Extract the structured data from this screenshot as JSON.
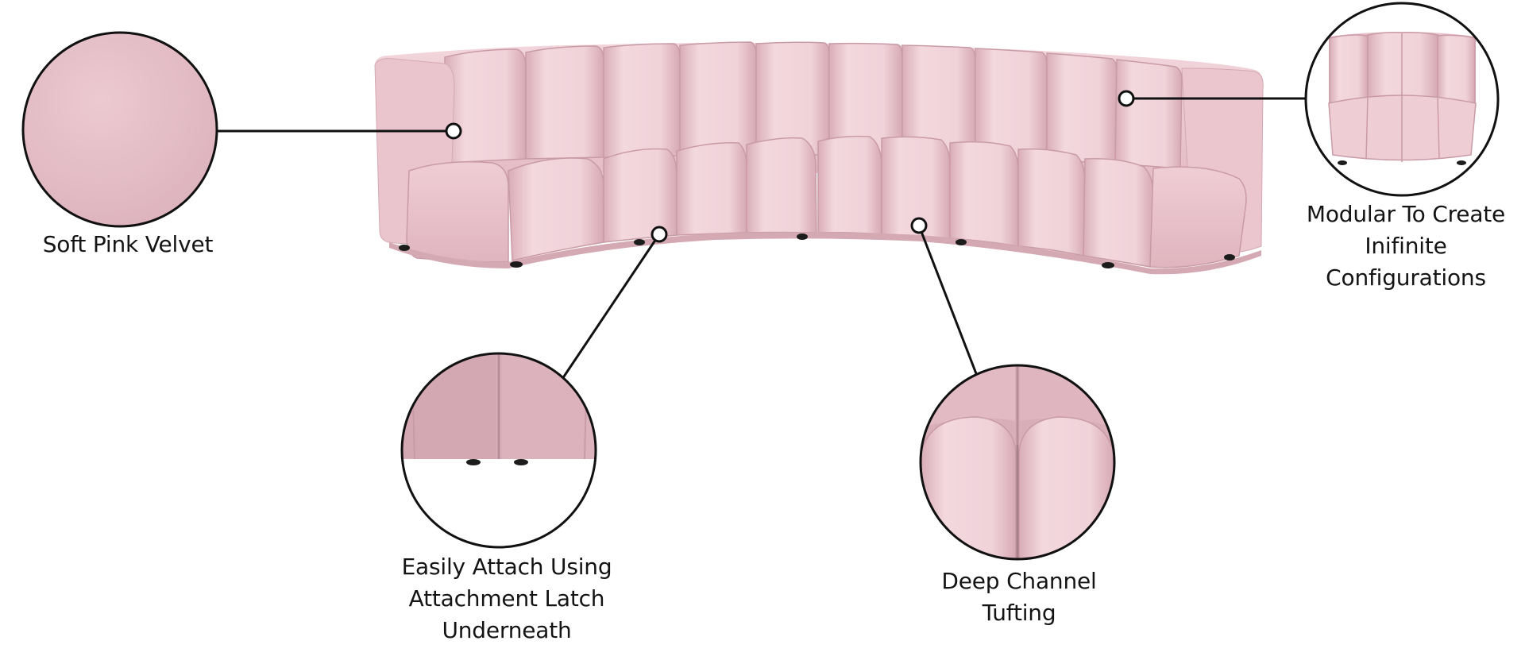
{
  "image": {
    "subject": "curved channel-tufted sectional sofa",
    "colors": {
      "upholstery": "#ecc7d0",
      "upholstery_shadow": "#d3a8b3",
      "upholstery_highlight": "#f6dce2",
      "seam": "#c99ba7",
      "legs": "#1c1c1c",
      "callout_line": "#111111",
      "text": "#141414",
      "background": "#ffffff"
    }
  },
  "callouts": {
    "velvet": {
      "lines": [
        "Soft Pink Velvet"
      ],
      "icon": "velvet-swatch"
    },
    "modular": {
      "lines": [
        "Modular To Create",
        "Inifinite",
        "Configurations"
      ],
      "icon": "single-module-chair"
    },
    "latch": {
      "lines": [
        "Easily Attach Using",
        "Attachment Latch",
        "Underneath"
      ],
      "icon": "attachment-latch-detail"
    },
    "tufting": {
      "lines": [
        "Deep Channel",
        "Tufting"
      ],
      "icon": "channel-tufting-detail"
    }
  }
}
